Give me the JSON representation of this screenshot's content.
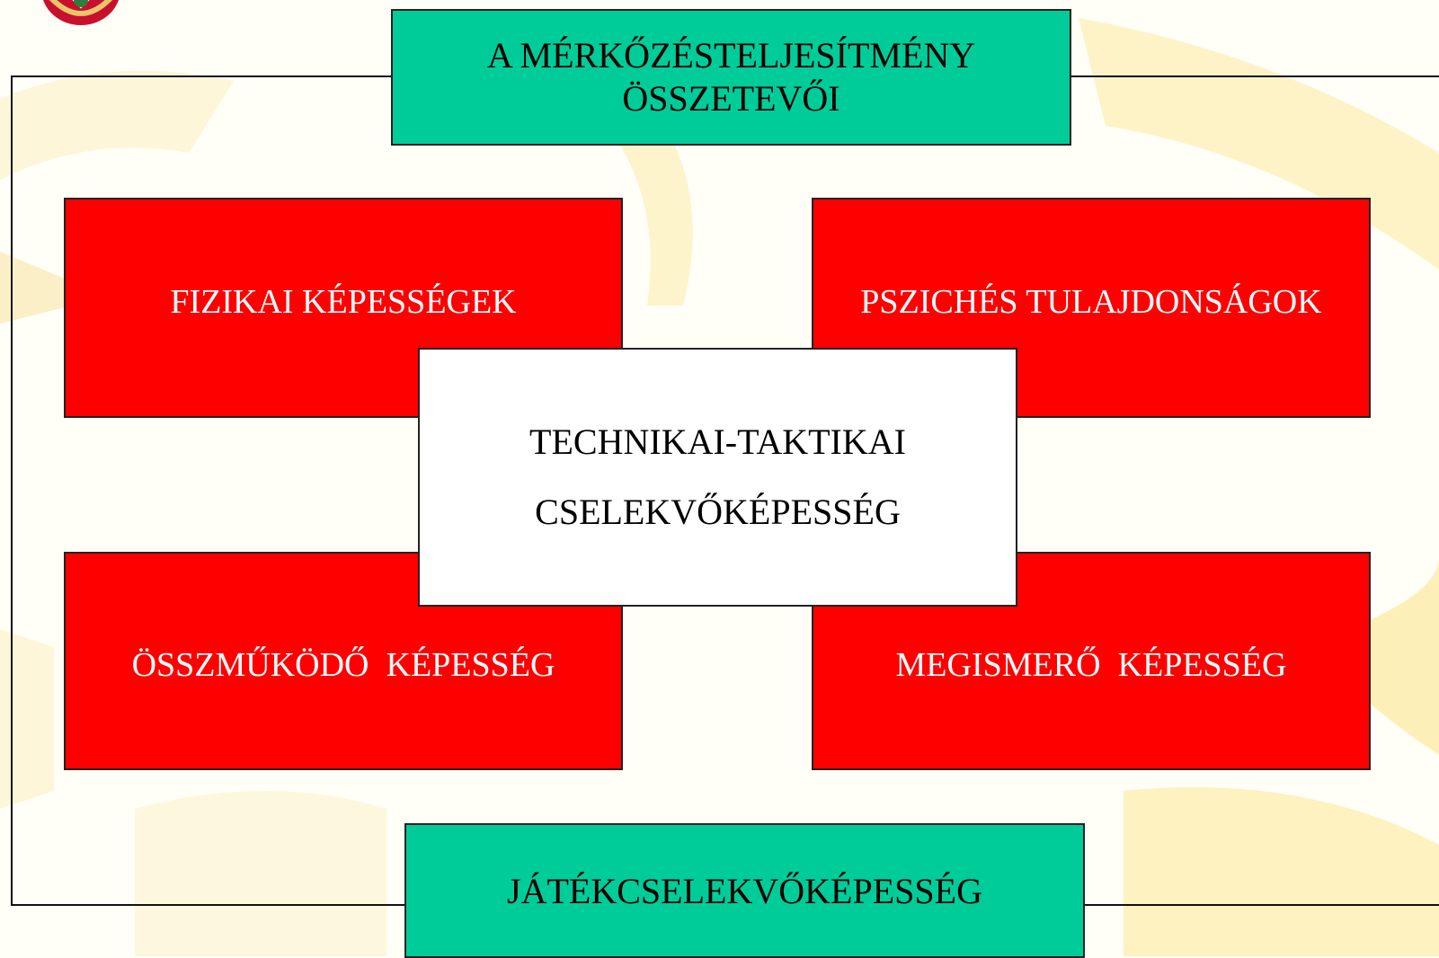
{
  "title_lines": [
    "A MÉRKŐZÉSTELJESÍTMÉNY",
    "ÖSSZETEVŐI"
  ],
  "boxes": {
    "top_left": "FIZIKAI KÉPESSÉGEK",
    "top_right": "PSZICHÉS TULAJDONSÁGOK",
    "bottom_left": "ÖSSZMŰKÖDŐ  KÉPESSÉG",
    "bottom_right": "MEGISMERŐ  KÉPESSÉG"
  },
  "center_lines": [
    "TECHNIKAI-TAKTIKAI",
    "CSELEKVŐKÉPESSÉG"
  ],
  "bottom": "JÁTÉKCSELEKVŐKÉPESSÉG",
  "colors": {
    "teal": "#00cc99",
    "red": "#ff0000",
    "white": "#ffffff",
    "background": "#fffef7",
    "watermark": "#fdf3c0"
  },
  "icons": [
    "crest-logo"
  ]
}
